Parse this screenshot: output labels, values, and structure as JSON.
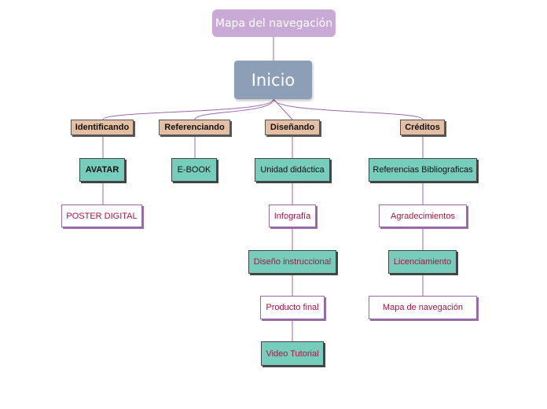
{
  "map": {
    "title": "Mapa del navegación",
    "root": "Inicio",
    "categories": {
      "identificando": "Identificando",
      "referenciando": "Referenciando",
      "disenando": "Diseñando",
      "creditos": "Créditos"
    },
    "nodes": {
      "avatar": "AVATAR",
      "poster": "POSTER DIGITAL",
      "ebook": "E-BOOK",
      "unidad": "Unidad didáctica",
      "infografia": "Infografía",
      "diseno_instruccional": "Diseño instruccional",
      "producto_final": "Producto final",
      "video_tutorial": "Video Tutorial",
      "referencias": "Referencias Bibliograficas",
      "agradecimientos": "Agradecimientos",
      "licenciamiento": "Licenciamiento",
      "mapa_navegacion": "Mapa de navegación"
    }
  },
  "colors": {
    "connector": "#9a6aa8",
    "title_fill": "#c9a9d6",
    "root_fill": "#8c9fb7",
    "category_fill": "#e4bfa3",
    "teal_fill": "#77cdbc",
    "link_text": "#b01040"
  }
}
